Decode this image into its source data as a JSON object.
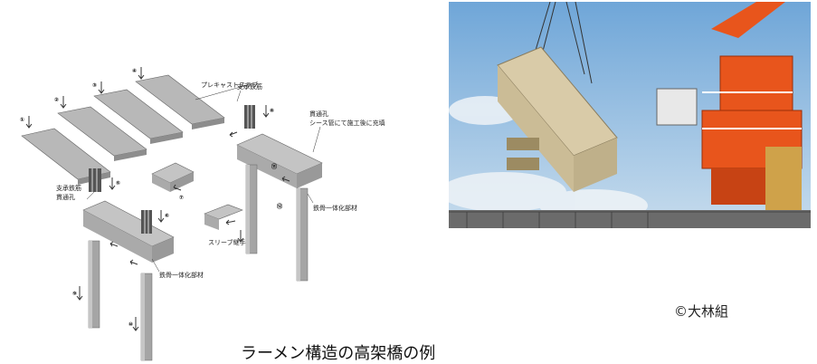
{
  "caption": "ラーメン構造の高架橋の例",
  "credit": "©大林組",
  "diagram": {
    "labels": {
      "precast_slab": "プレキャストスラブ",
      "bar_top_left": "支承鉄筋",
      "bar_left": "支承鉄筋",
      "hole_left": "貫通孔",
      "hole_right": "貫通孔",
      "hole_right_note": "シース管にて施工後に充填",
      "beam_integrated_1": "鉄骨一体化部材",
      "beam_integrated_2": "鉄骨一体化部材",
      "sleeve_joint": "スリーブ継手"
    },
    "step_numbers": [
      "①",
      "②",
      "③",
      "④",
      "⑤",
      "⑥",
      "⑦",
      "⑧",
      "⑨",
      "⑩",
      "⑪",
      "⑫"
    ]
  },
  "photo": {
    "sky_color": "#9fc4e6",
    "crane_color": "#e8551c",
    "beam_color": "#d9cba8"
  }
}
